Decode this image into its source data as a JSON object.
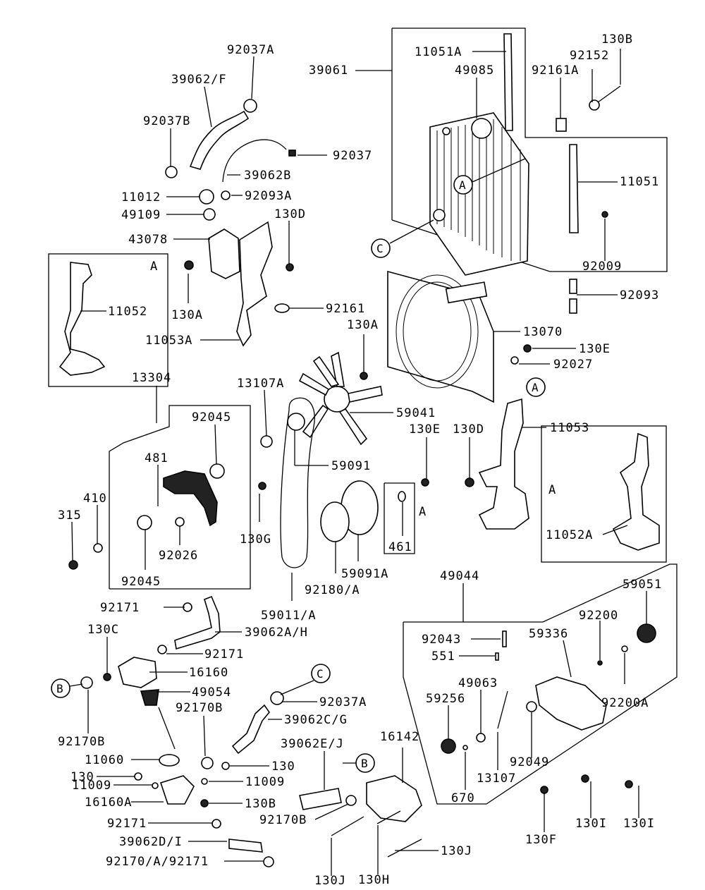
{
  "labels": {
    "p130B_top": "130B",
    "p92037A_top": "92037A",
    "p11051A": "11051A",
    "p92152": "92152",
    "p39061": "39061",
    "p49085": "49085",
    "p92161A": "92161A",
    "p39062F": "39062/F",
    "p92037B": "92037B",
    "p92037": "92037",
    "p11051": "11051",
    "p39062B": "39062B",
    "p11012": "11012",
    "p92093A": "92093A",
    "p49109": "49109",
    "p130D_top": "130D",
    "p43078": "43078",
    "p92009": "92009",
    "p130A_left": "130A",
    "p11052": "11052",
    "p92161": "92161",
    "p92093": "92093",
    "p11053A": "11053A",
    "p130A_mid": "130A",
    "p13070": "13070",
    "p130E_top": "130E",
    "p92027": "92027",
    "p13304": "13304",
    "p13107A": "13107A",
    "p59041": "59041",
    "p130E_mid": "130E",
    "p130D_mid": "130D",
    "p11053": "11053",
    "p92045_top": "92045",
    "p481": "481",
    "p59091": "59091",
    "p410": "410",
    "p315": "315",
    "p130G": "130G",
    "p92026": "92026",
    "p461": "461",
    "p11052A": "11052A",
    "p92045_bot": "92045",
    "p59091A": "59091A",
    "p92180A": "92180/A",
    "p49044": "49044",
    "p59051": "59051",
    "p59011A": "59011/A",
    "p92171_a": "92171",
    "p130C": "130C",
    "p39062AH": "39062A/H",
    "p92200": "92200",
    "p59336": "59336",
    "p92043": "92043",
    "p92171_b": "92171",
    "p551": "551",
    "p16160": "16160",
    "p49063": "49063",
    "p92200A": "92200A",
    "p49054": "49054",
    "p92037A_mid": "92037A",
    "p92170B_a": "92170B",
    "p59256": "59256",
    "p39062CG": "39062C/G",
    "p92170B_b": "92170B",
    "p16142": "16142",
    "p39062EJ": "39062E/J",
    "p92049": "92049",
    "p11060": "11060",
    "p130_a": "130",
    "p130_b": "130",
    "p11009_a": "11009",
    "p11009_b": "11009",
    "p13107": "13107",
    "p670": "670",
    "p16160A": "16160A",
    "p130B_bot": "130B",
    "p92170B_c": "92170B",
    "p92171_c": "92171",
    "p39062DI": "39062D/I",
    "p130J_a": "130J",
    "p92170_92171": "92170/A/92171",
    "p130F": "130F",
    "p130I_a": "130I",
    "p130I_b": "130I",
    "p130J_b": "130J",
    "p130H": "130H"
  },
  "callouts": {
    "A": "A",
    "B": "B",
    "C": "C"
  },
  "insets": {
    "a_left": "A",
    "a_right": "A",
    "a_mid": "A"
  }
}
